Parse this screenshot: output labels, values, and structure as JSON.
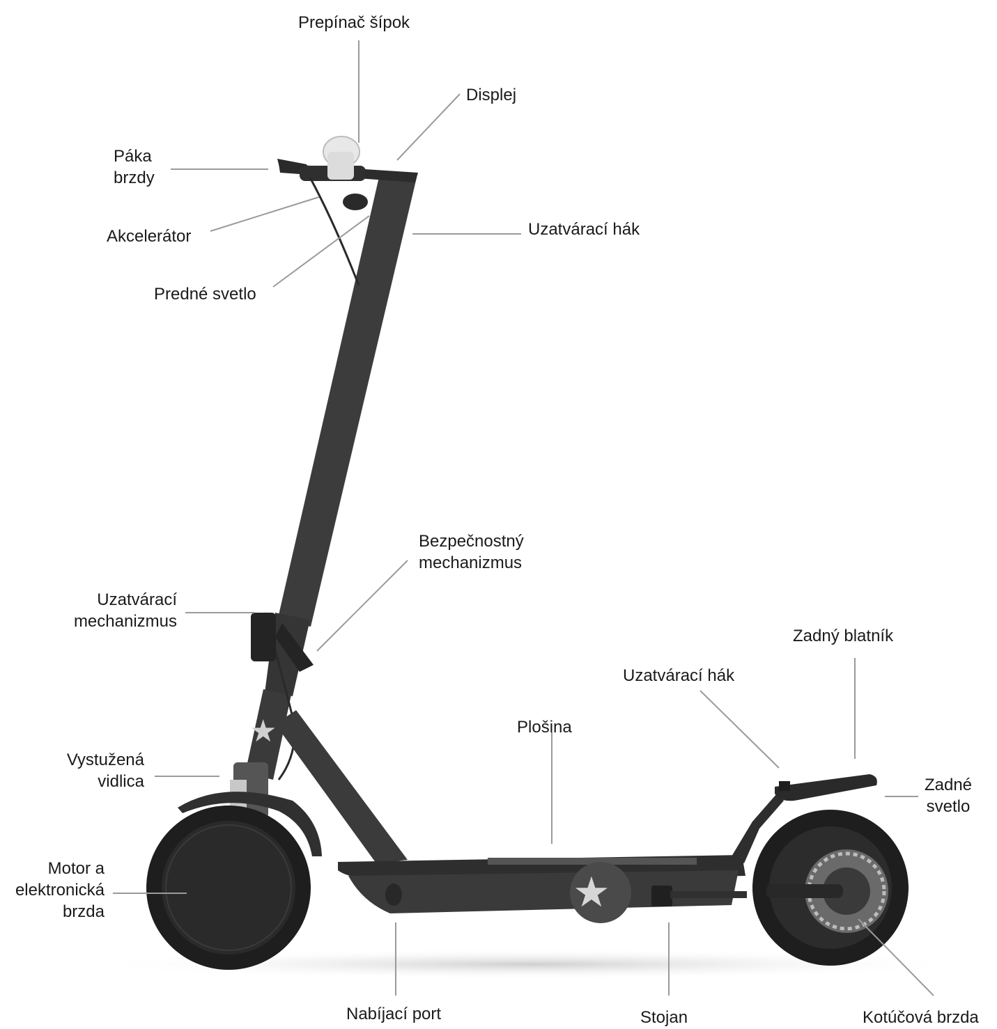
{
  "diagram": {
    "labels": {
      "arrow_switch": "Prepínač šípok",
      "display": "Displej",
      "brake_lever": [
        "Páka",
        "brzdy"
      ],
      "accelerator": "Akcelerátor",
      "closing_hook_top": "Uzatvárací hák",
      "front_light": "Predné svetlo",
      "safety_mechanism": [
        "Bezpečnostný",
        "mechanizmus"
      ],
      "closing_mechanism": [
        "Uzatvárací",
        "mechanizmus"
      ],
      "rear_fender": "Zadný blatník",
      "closing_hook_rear": "Uzatvárací hák",
      "deck": "Plošina",
      "reinforced_fork": [
        "Vystužená",
        "vidlica"
      ],
      "rear_light": [
        "Zadné",
        "svetlo"
      ],
      "motor_brake": [
        "Motor a",
        "elektronická",
        "brzda"
      ],
      "charging_port": "Nabíjací port",
      "stand": "Stojan",
      "disc_brake": "Kotúčová brzda"
    },
    "colors": {
      "scooter_body": "#3a3a3a",
      "tire": "#1e1e1e",
      "leader_line": "#9a9a9a",
      "text": "#1a1a1a"
    }
  }
}
